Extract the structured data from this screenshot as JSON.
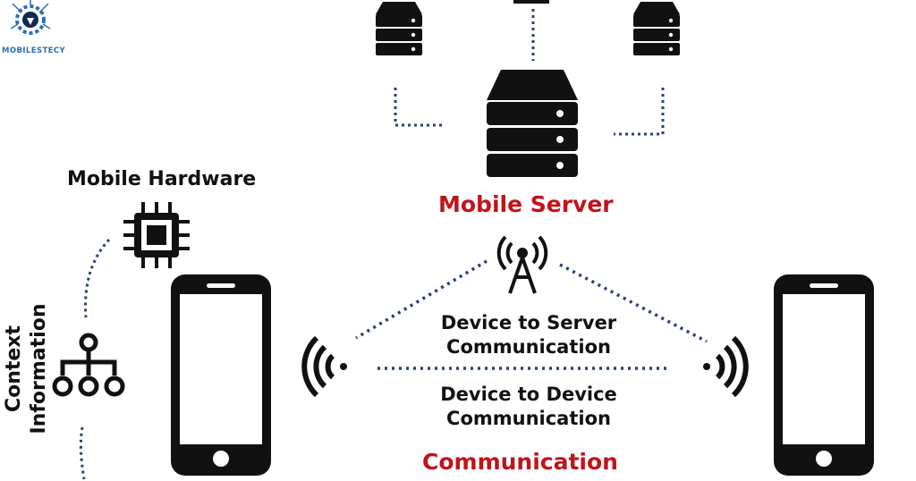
{
  "brand": {
    "name": "MOBILESTECY",
    "logo_icon": "gear-logo-icon"
  },
  "labels": {
    "mobile_hardware": "Mobile Hardware",
    "mobile_server": "Mobile Server",
    "context_line1": "Context",
    "context_line2": "Information",
    "device_to_server_line1": "Device to Server",
    "device_to_server_line2": "Communication",
    "device_to_device_line1": "Device to Device",
    "device_to_device_line2": "Communication",
    "communication": "Communication"
  },
  "icons": [
    "server-icon",
    "mobile-server-icon",
    "chip-icon",
    "network-tree-icon",
    "antenna-tower-icon",
    "smartphone-icon",
    "wifi-signal-icon"
  ],
  "colors": {
    "accent_red": "#c0141a",
    "dotted_blue": "#2a3f7a",
    "icon_black": "#111111",
    "logo_blue": "#2b6fb8"
  }
}
